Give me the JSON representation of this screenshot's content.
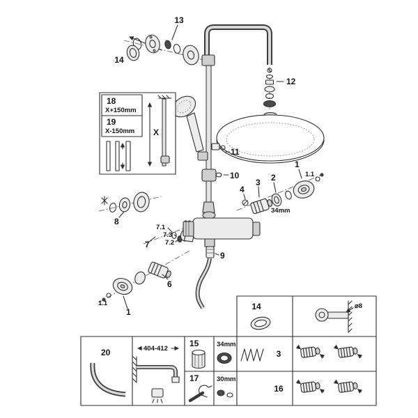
{
  "title": "Shower system exploded spare-parts diagram",
  "colors": {
    "background": "#ffffff",
    "line": "#2d2d2d"
  },
  "parts": {
    "p1": "1",
    "p1_1": "1.1",
    "p2": "2",
    "p3": "3",
    "p4": "4",
    "p6": "6",
    "p7": "7",
    "p7_1": "7.1",
    "p7_2": "7.2",
    "p7_3": "7.3",
    "p8": "8",
    "p9": "9",
    "p10": "10",
    "p11": "11",
    "p12": "12",
    "p13": "13",
    "p14": "14",
    "p15": "15",
    "p16": "16",
    "p17": "17",
    "p18": "18",
    "p19": "19",
    "p20": "20"
  },
  "dims": {
    "x_plus": "X+150mm",
    "x_minus": "X-150mm",
    "x": "X",
    "d34": "34mm",
    "d30": "30mm",
    "d404": "404-412",
    "d8": "⌀8"
  }
}
